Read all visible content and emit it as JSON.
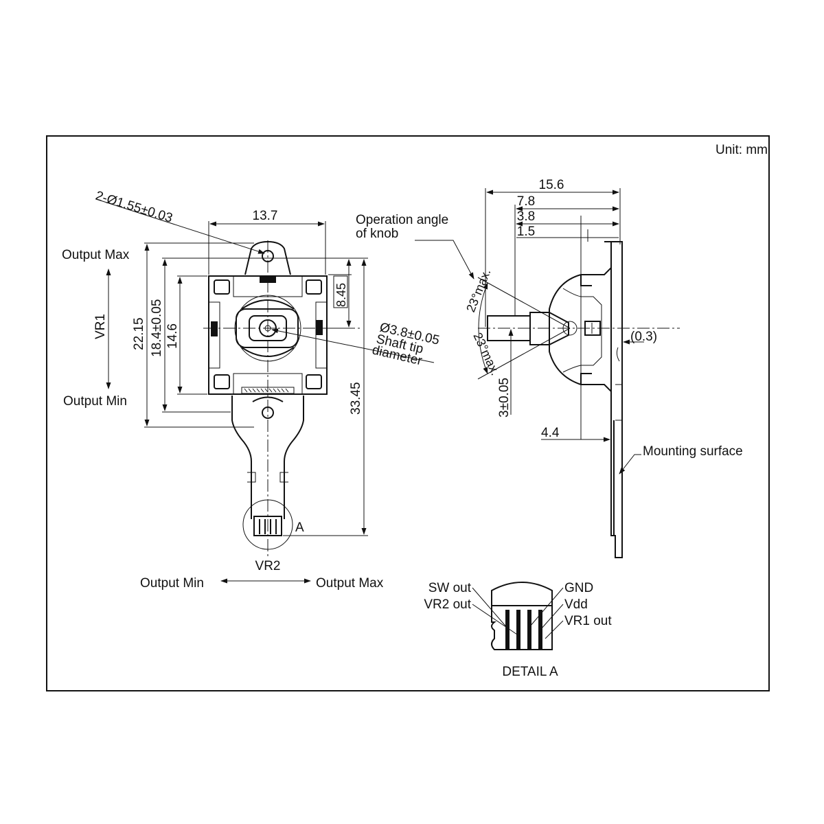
{
  "unit_label": "Unit: mm",
  "front_view": {
    "hole_callout": "2-Ø1.55±0.03",
    "width_dim": "13.7",
    "output_max_vr1": "Output Max",
    "output_min_vr1": "Output Min",
    "vr1_label": "VR1",
    "dim_22_15": "22.15",
    "dim_18_4": "18.4±0.05",
    "dim_14_6": "14.6",
    "dim_8_45": "8.45",
    "dim_33_45": "33.45",
    "shaft_line1": "Ø3.8±0.05",
    "shaft_line2": "Shaft tip",
    "shaft_line3": "diameter",
    "detail_marker": "A",
    "vr2_label": "VR2",
    "output_min_vr2": "Output Min",
    "output_max_vr2": "Output Max"
  },
  "side_view": {
    "dim_15_6": "15.6",
    "dim_7_8": "7.8",
    "dim_3_8": "3.8",
    "dim_1_5": "1.5",
    "operation_line1": "Operation angle",
    "operation_line2": "of knob",
    "angle_upper": "23°max.",
    "angle_lower": "23°max.",
    "dim_0_3": "(0.3)",
    "dim_3_05": "3±0.05",
    "dim_4_4": "4.4",
    "mounting_surface": "Mounting surface"
  },
  "detail_a": {
    "title": "DETAIL  A",
    "sw_out": "SW out",
    "vr2_out": "VR2 out",
    "gnd": "GND",
    "vdd": "Vdd",
    "vr1_out": "VR1 out"
  }
}
